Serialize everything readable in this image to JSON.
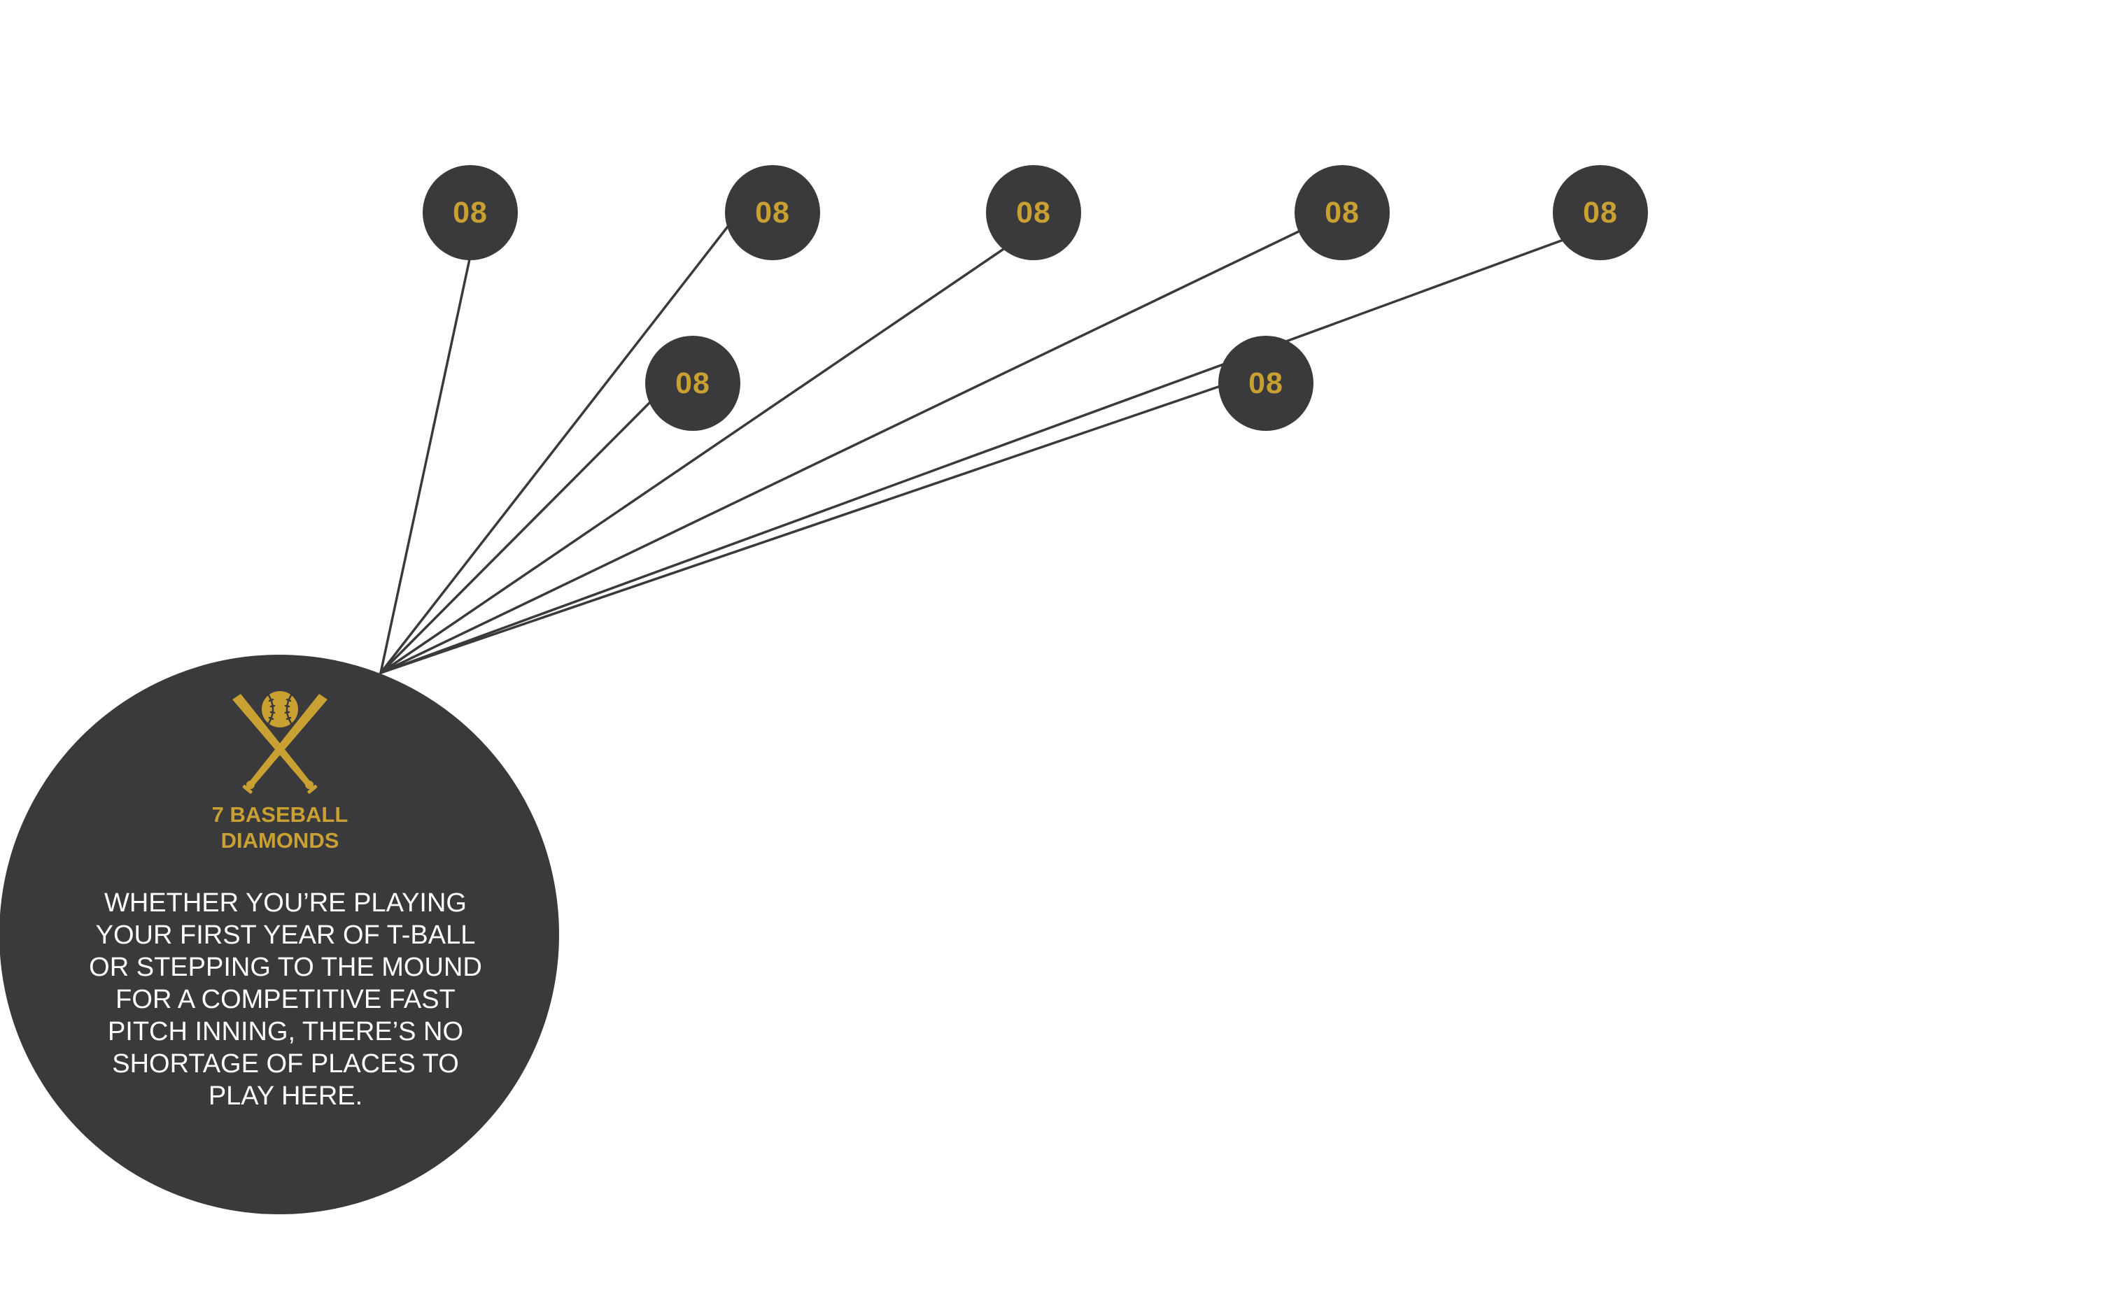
{
  "colors": {
    "circle_fill": "#3a3a3c",
    "accent_gold": "#c9a032",
    "body_text": "#ffffff",
    "connector_line": "#3a3a3c",
    "background": "#ffffff"
  },
  "markers": [
    {
      "label": "08"
    },
    {
      "label": "08"
    },
    {
      "label": "08"
    },
    {
      "label": "08"
    },
    {
      "label": "08"
    },
    {
      "label": "08"
    },
    {
      "label": "08"
    }
  ],
  "info": {
    "icon": "crossed-baseball-bats-icon",
    "title": "7 BASEBALL\nDIAMONDS",
    "body": "WHETHER YOU’RE PLAYING\nYOUR FIRST YEAR OF T-BALL\nOR STEPPING TO THE MOUND\nFOR A COMPETITIVE FAST\nPITCH INNING, THERE’S NO\nSHORTAGE OF PLACES TO\nPLAY HERE."
  }
}
